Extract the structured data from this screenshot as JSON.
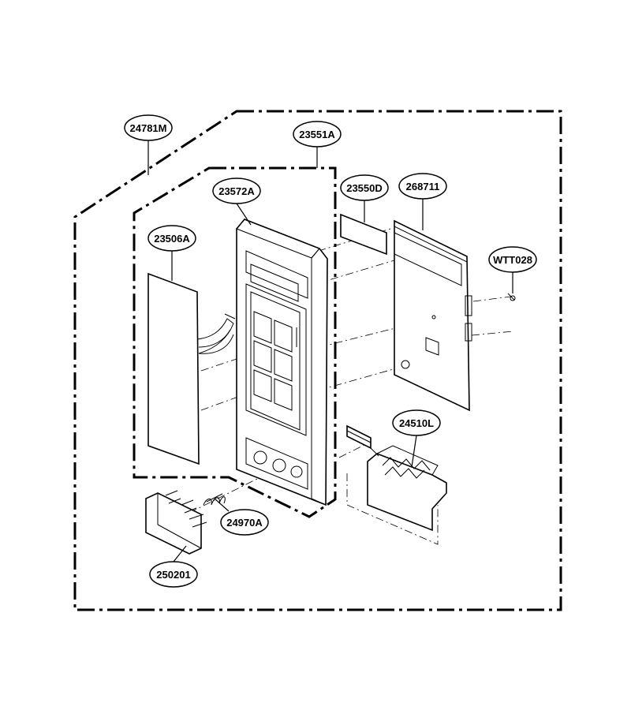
{
  "callouts": {
    "housing": "24781M",
    "control_assembly": "23551A",
    "panel": "23572A",
    "sheet": "23506A",
    "window": "23550D",
    "pcb": "268711",
    "screw": "WTT028",
    "lever": "24510L",
    "button": "250201",
    "spring": "24970A"
  }
}
